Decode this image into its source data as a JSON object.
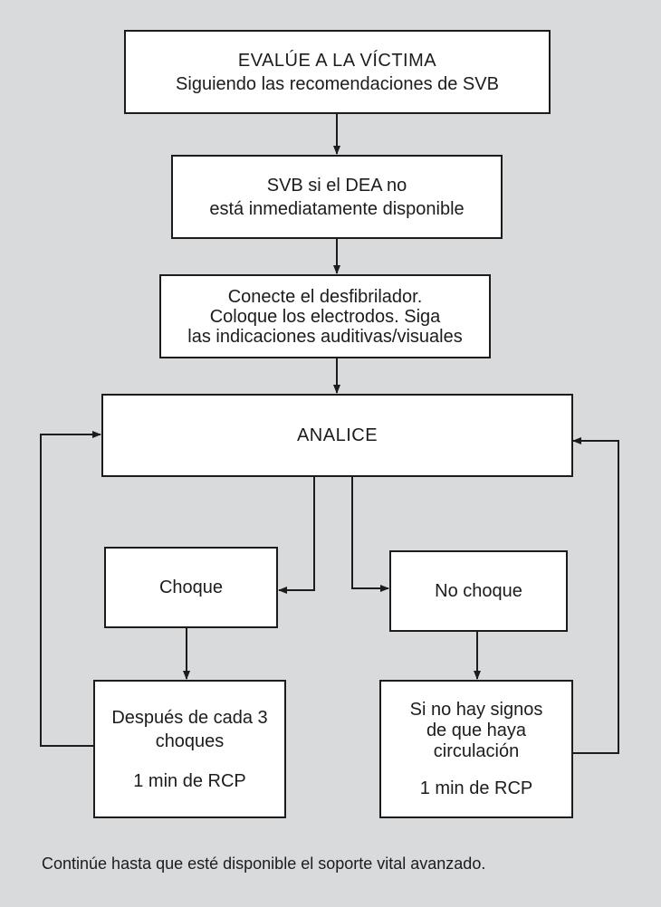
{
  "boxes": {
    "evaluate": {
      "line1": "EVALÚE  A LA VÍCTIMA",
      "line2": "Siguiendo las recomendaciones de SVB"
    },
    "svb": {
      "line1": "SVB si el DEA no",
      "line2": "está inmediatamente disponible"
    },
    "connect": {
      "line1": "Conecte el desfibrilador.",
      "line2": "Coloque los electrodos. Siga",
      "line3": "las indicaciones auditivas/visuales"
    },
    "analyze": {
      "line1": "ANALICE"
    },
    "shock": {
      "line1": "Choque"
    },
    "no_shock": {
      "line1": "No choque"
    },
    "after_shocks": {
      "line1": "Después de cada 3",
      "line2": "choques",
      "line3": "1 min de RCP"
    },
    "no_signs": {
      "line1": "Si no hay signos",
      "line2": "de que haya",
      "line3": "circulación",
      "line4": "1 min de RCP"
    }
  },
  "footer": "Continúe hasta que esté disponible el soporte vital avanzado."
}
